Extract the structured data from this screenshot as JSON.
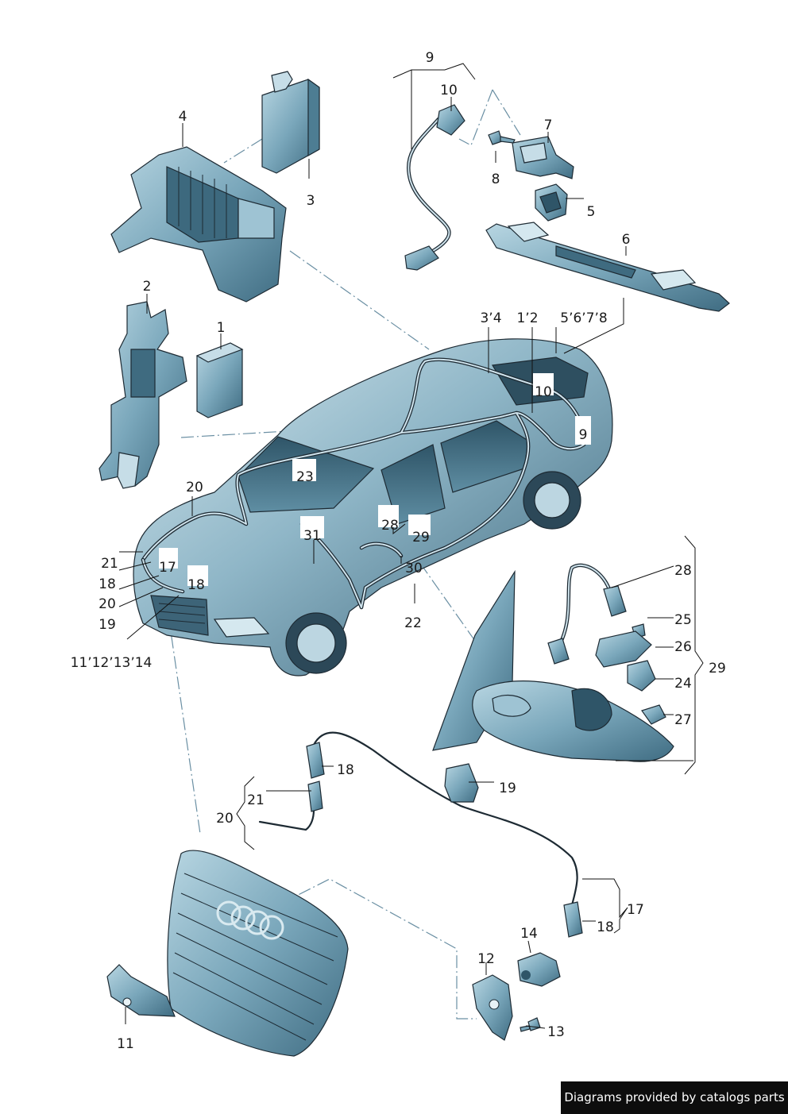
{
  "callouts": {
    "n1": "1",
    "n2": "2",
    "n3": "3",
    "n4": "4",
    "n5": "5",
    "n6": "6",
    "n7": "7",
    "n8": "8",
    "n9_top": "9",
    "n10_top": "10",
    "n34": "3ʼ4",
    "n12": "1ʼ2",
    "n5678": "5ʼ6ʼ7ʼ8",
    "n10_car": "10",
    "n9_car": "9",
    "n23": "23",
    "n31": "31",
    "n28_car": "28",
    "n29_car": "29",
    "n30": "30",
    "n22": "22",
    "n20_car": "20",
    "n21_car": "21",
    "n17_car": "17",
    "n18_car_a": "18",
    "n18_car_b": "18",
    "n20_car_b": "20",
    "n19_car": "19",
    "n11121314": "11ʼ12ʼ13ʼ14",
    "n28_mirror": "28",
    "n25": "25",
    "n26": "26",
    "n24": "24",
    "n27": "27",
    "n29_mirror": "29",
    "n18_cable_top": "18",
    "n19_clip": "19",
    "n21_lower": "21",
    "n20_lower": "20",
    "n17_lower": "17",
    "n18_lower": "18",
    "n14": "14",
    "n12_lower": "12",
    "n13": "13",
    "n11": "11"
  },
  "footer": {
    "text": "Diagrams provided by catalogs parts"
  },
  "colors": {
    "part_fill": "#5f8fa6",
    "part_light": "#a9cbd9",
    "dash": "#6a8fa3"
  }
}
